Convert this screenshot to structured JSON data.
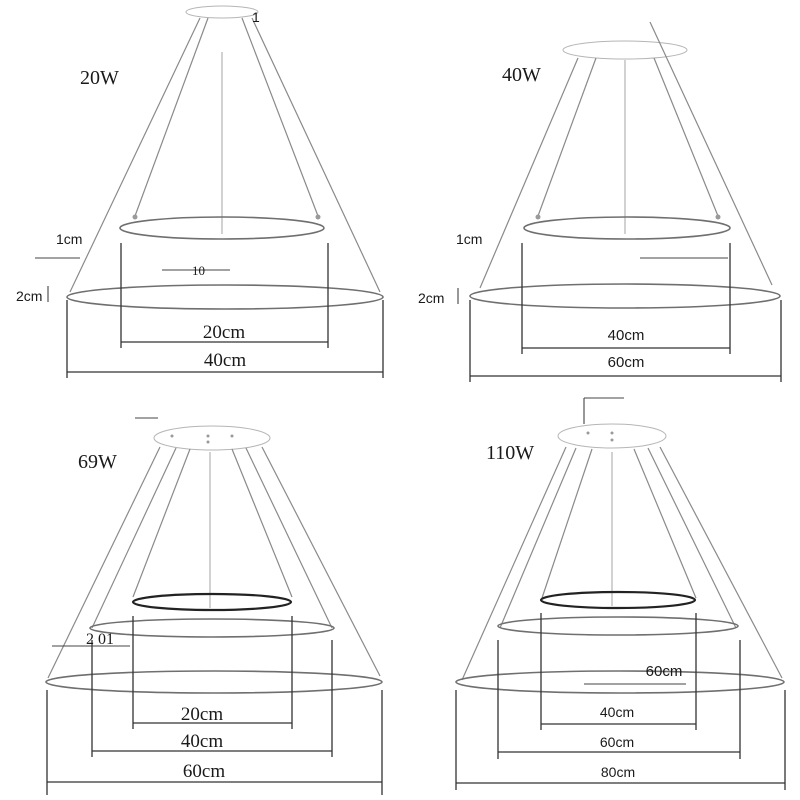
{
  "panels": [
    {
      "wattage": "20W",
      "canopy_mark": "1",
      "small_ring_height": "1cm",
      "large_ring_height": "2cm",
      "garbled_mark": "10",
      "dimensions": [
        "20cm",
        "40cm"
      ]
    },
    {
      "wattage": "40W",
      "small_ring_height": "1cm",
      "large_ring_height": "2cm",
      "dimensions": [
        "40cm",
        "60cm"
      ]
    },
    {
      "wattage": "69W",
      "garbled_mark": "2 01",
      "dimensions": [
        "20cm",
        "40cm",
        "60cm"
      ]
    },
    {
      "wattage": "110W",
      "garbled_mark": "60cm",
      "dimensions": [
        "40cm",
        "60cm",
        "80cm"
      ]
    }
  ],
  "colors": {
    "wire": "#8a8a8a",
    "ring": "#6f6f6f",
    "dimension_line": "#333333",
    "text": "#1a1a1a",
    "background": "#ffffff"
  }
}
